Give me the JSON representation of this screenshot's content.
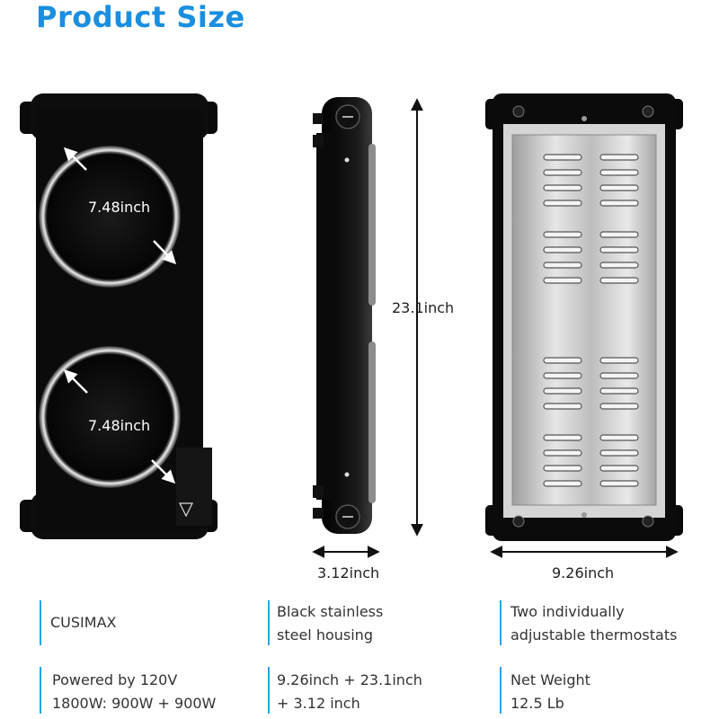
{
  "title": "Product Size",
  "dimensions": {
    "burner_top": "7.48inch",
    "burner_bottom": "7.48inch",
    "height": "23.1inch",
    "side_width": "3.12inch",
    "back_width": "9.26inch"
  },
  "specs": [
    {
      "line1": "CUSIMAX",
      "line2": ""
    },
    {
      "line1": "Black stainless",
      "line2": "steel housing"
    },
    {
      "line1": "Two individually",
      "line2": "adjustable thermostats"
    },
    {
      "line1": "Powered by 120V",
      "line2": "1800W: 900W + 900W"
    },
    {
      "line1": "9.26inch + 23.1inch",
      "line2": "+ 3.12 inch"
    },
    {
      "line1": "Net Weight",
      "line2": "12.5 Lb"
    }
  ],
  "colors": {
    "title_blue": "#1a8fe0",
    "accent_bar": "#2aa3e8",
    "body_black": "#111111",
    "steel": "#c9c9c9"
  }
}
